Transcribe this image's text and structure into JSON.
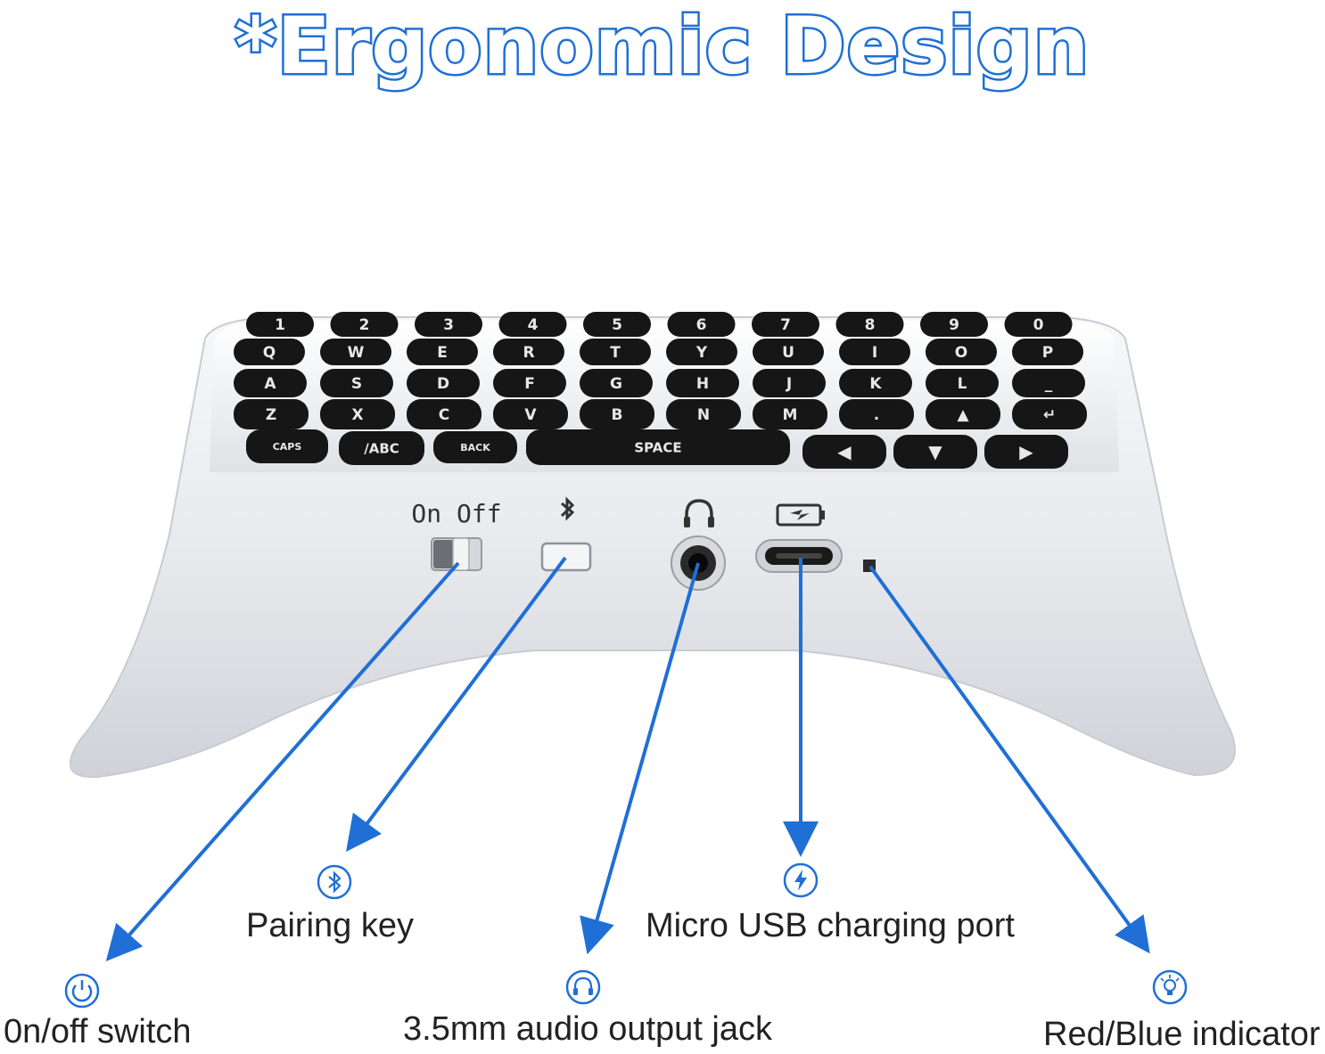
{
  "title": "*Ergonomic Design",
  "colors": {
    "accent": "#1f6fd6",
    "title_fill": "#ffffff",
    "device": "#eceef2",
    "key": "#161616"
  },
  "device": {
    "switch_label": "On Off",
    "bluetooth_icon": "bluetooth-icon",
    "headphone_icon": "headphone-icon",
    "battery_icon": "battery-charging-icon",
    "keys": {
      "row1": [
        "1",
        "2",
        "3",
        "4",
        "5",
        "6",
        "7",
        "8",
        "9",
        "0"
      ],
      "row2": [
        "Q",
        "W",
        "E",
        "R",
        "T",
        "Y",
        "U",
        "I",
        "O",
        "P"
      ],
      "row3": [
        "A",
        "S",
        "D",
        "F",
        "G",
        "H",
        "J",
        "K",
        "L",
        "_"
      ],
      "row4": [
        "Z",
        "X",
        "C",
        "V",
        "B",
        "N",
        "M",
        ".",
        "▲",
        "↵"
      ],
      "caps": "CAPS",
      "symbols": "/ABC",
      "back": "BACK",
      "space": "SPACE",
      "arrows": [
        "◀",
        "▼",
        "▶"
      ]
    }
  },
  "callouts": [
    {
      "text": "0n/off switch",
      "icon": "power-icon"
    },
    {
      "text": "Pairing key",
      "icon": "bluetooth-icon"
    },
    {
      "text": "3.5mm audio output jack",
      "icon": "headphone-icon"
    },
    {
      "text": "Micro USB charging port",
      "icon": "lightning-icon"
    },
    {
      "text": "Red/Blue indicator",
      "icon": "bulb-icon"
    }
  ]
}
